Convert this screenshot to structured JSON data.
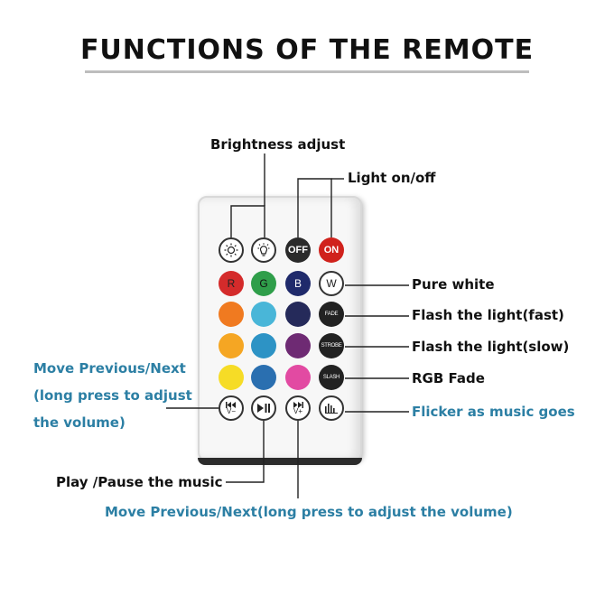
{
  "title": "FUNCTIONS OF THE REMOTE",
  "labels": {
    "brightness": "Brightness adjust",
    "light_on_off": "Light on/off",
    "pure_white": "Pure white",
    "flash_fast": "Flash the light(fast)",
    "flash_slow": "Flash the light(slow)",
    "rgb_fade": "RGB Fade",
    "flicker": "Flicker as music goes",
    "prev_next_left_1": "Move Previous/Next",
    "prev_next_left_2": "(long press to adjust",
    "prev_next_left_3": "the volume)",
    "play_pause": "Play /Pause the music",
    "prev_next_bottom": "Move Previous/Next(long press to adjust the volume)"
  },
  "colors": {
    "text_dark": "#111111",
    "text_blue": "#2c7fa4",
    "button_off": "#222222",
    "button_on": "#d0221c"
  },
  "buttons": {
    "row1": [
      {
        "icon": "brightness-down-icon",
        "label": ""
      },
      {
        "icon": "brightness-up-icon",
        "label": ""
      },
      {
        "icon": "",
        "label": "OFF",
        "color": "#2a2a2a"
      },
      {
        "icon": "",
        "label": "ON",
        "color": "#d0221c"
      }
    ],
    "row2": [
      {
        "label": "R",
        "color": "#d42b2b"
      },
      {
        "label": "G",
        "color": "#2f9e4a"
      },
      {
        "label": "B",
        "color": "#1f2a6b"
      },
      {
        "label": "W",
        "color": "#ffffff"
      }
    ],
    "row3": [
      {
        "color": "#f07a20"
      },
      {
        "color": "#49b6d8"
      },
      {
        "color": "#252a5a"
      },
      {
        "label": "FADE",
        "color": "#2a2a2a"
      }
    ],
    "row4": [
      {
        "color": "#f5a623"
      },
      {
        "color": "#2d93c5"
      },
      {
        "color": "#6e2a73"
      },
      {
        "label": "STROBE",
        "color": "#2a2a2a"
      }
    ],
    "row5": [
      {
        "color": "#f6dc26"
      },
      {
        "color": "#2a6fb0"
      },
      {
        "color": "#e24aa2"
      },
      {
        "label": "SLASH",
        "color": "#2a2a2a"
      }
    ],
    "row6": [
      {
        "icon": "prev-vol-down-icon",
        "label": "V−"
      },
      {
        "icon": "play-pause-icon",
        "label": ""
      },
      {
        "icon": "next-vol-up-icon",
        "label": "V+"
      },
      {
        "icon": "music-icon",
        "label": ""
      }
    ]
  }
}
